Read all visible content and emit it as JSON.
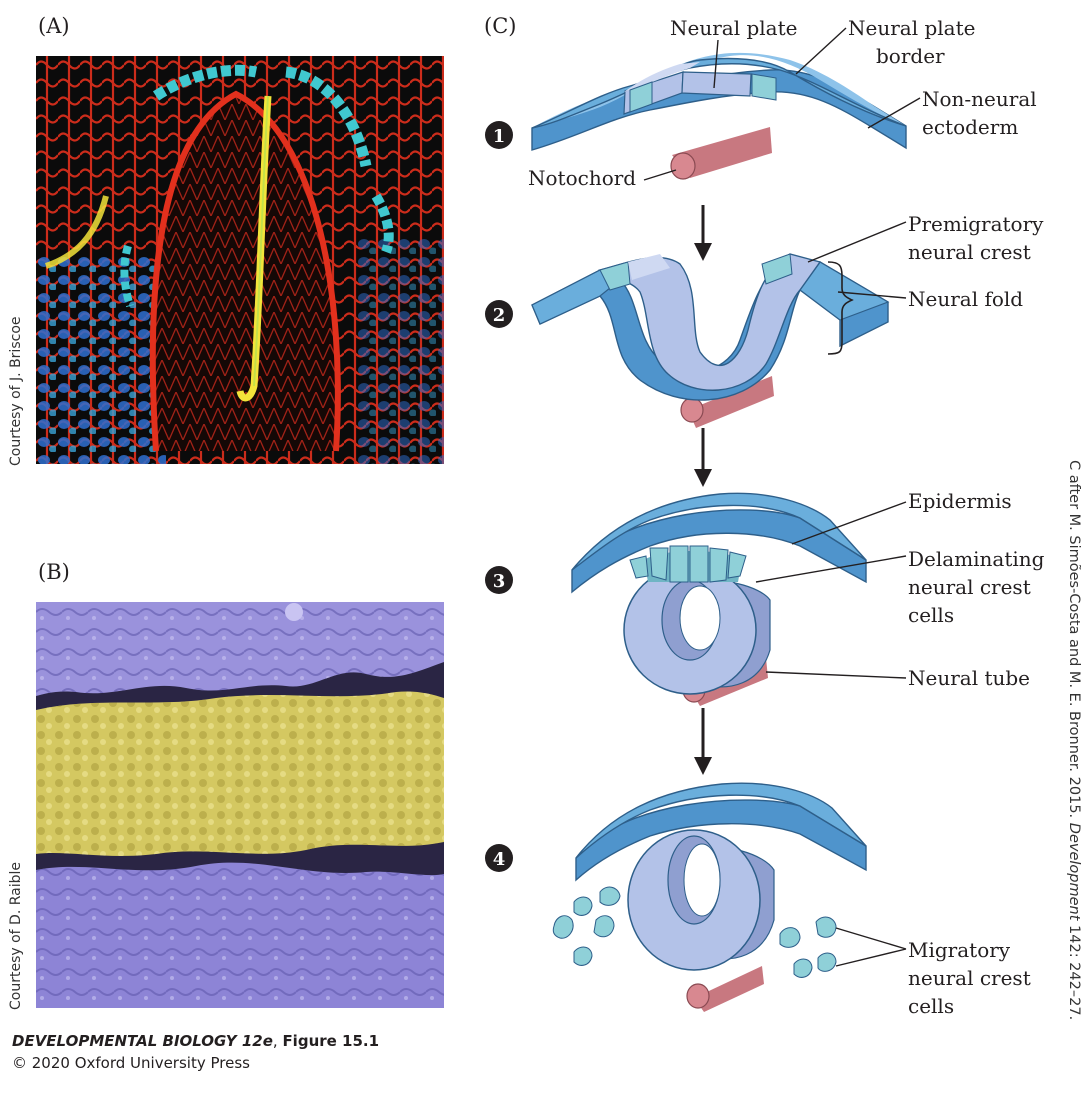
{
  "panels": {
    "a": {
      "letter": "(A)",
      "credit": "Courtesy of J. Briscoe"
    },
    "b": {
      "letter": "(B)",
      "credit": "Courtesy of D. Raible"
    },
    "c": {
      "letter": "(C)"
    }
  },
  "steps": [
    {
      "number": "1",
      "labels": [
        "Neural plate",
        "Neural plate",
        "border",
        "Non-neural",
        "ectoderm",
        "Notochord"
      ]
    },
    {
      "number": "2",
      "labels": [
        "Premigratory",
        "neural crest",
        "Neural fold"
      ]
    },
    {
      "number": "3",
      "labels": [
        "Epidermis",
        "Delaminating",
        "neural crest",
        "cells",
        "Neural tube"
      ]
    },
    {
      "number": "4",
      "labels": [
        "Migratory",
        "neural crest",
        "cells"
      ]
    }
  ],
  "side_credit": {
    "prefix": "C after M. Simões-Costa and M. E. Bronner. 2015. ",
    "journal": "Development",
    "suffix": " 142: 242–27."
  },
  "footer": {
    "book": "DEVELOPMENTAL BIOLOGY 12e",
    "sep": ", ",
    "figure": "Figure 15.1",
    "copyright": "© 2020 Oxford University Press"
  },
  "colors": {
    "ectoderm": "#6aaedc",
    "neural_plate": "#b3c2e8",
    "neural_crest": "#8fd0d8",
    "notochord": "#d88890",
    "photo_a_bg": "#0b0b0b",
    "photo_a_red": "#e2301d",
    "photo_a_yellow": "#f2e43a",
    "photo_a_cyan": "#40c8d0",
    "photo_b_purple": "#8d84d6",
    "photo_b_yellow": "#d4c861"
  }
}
